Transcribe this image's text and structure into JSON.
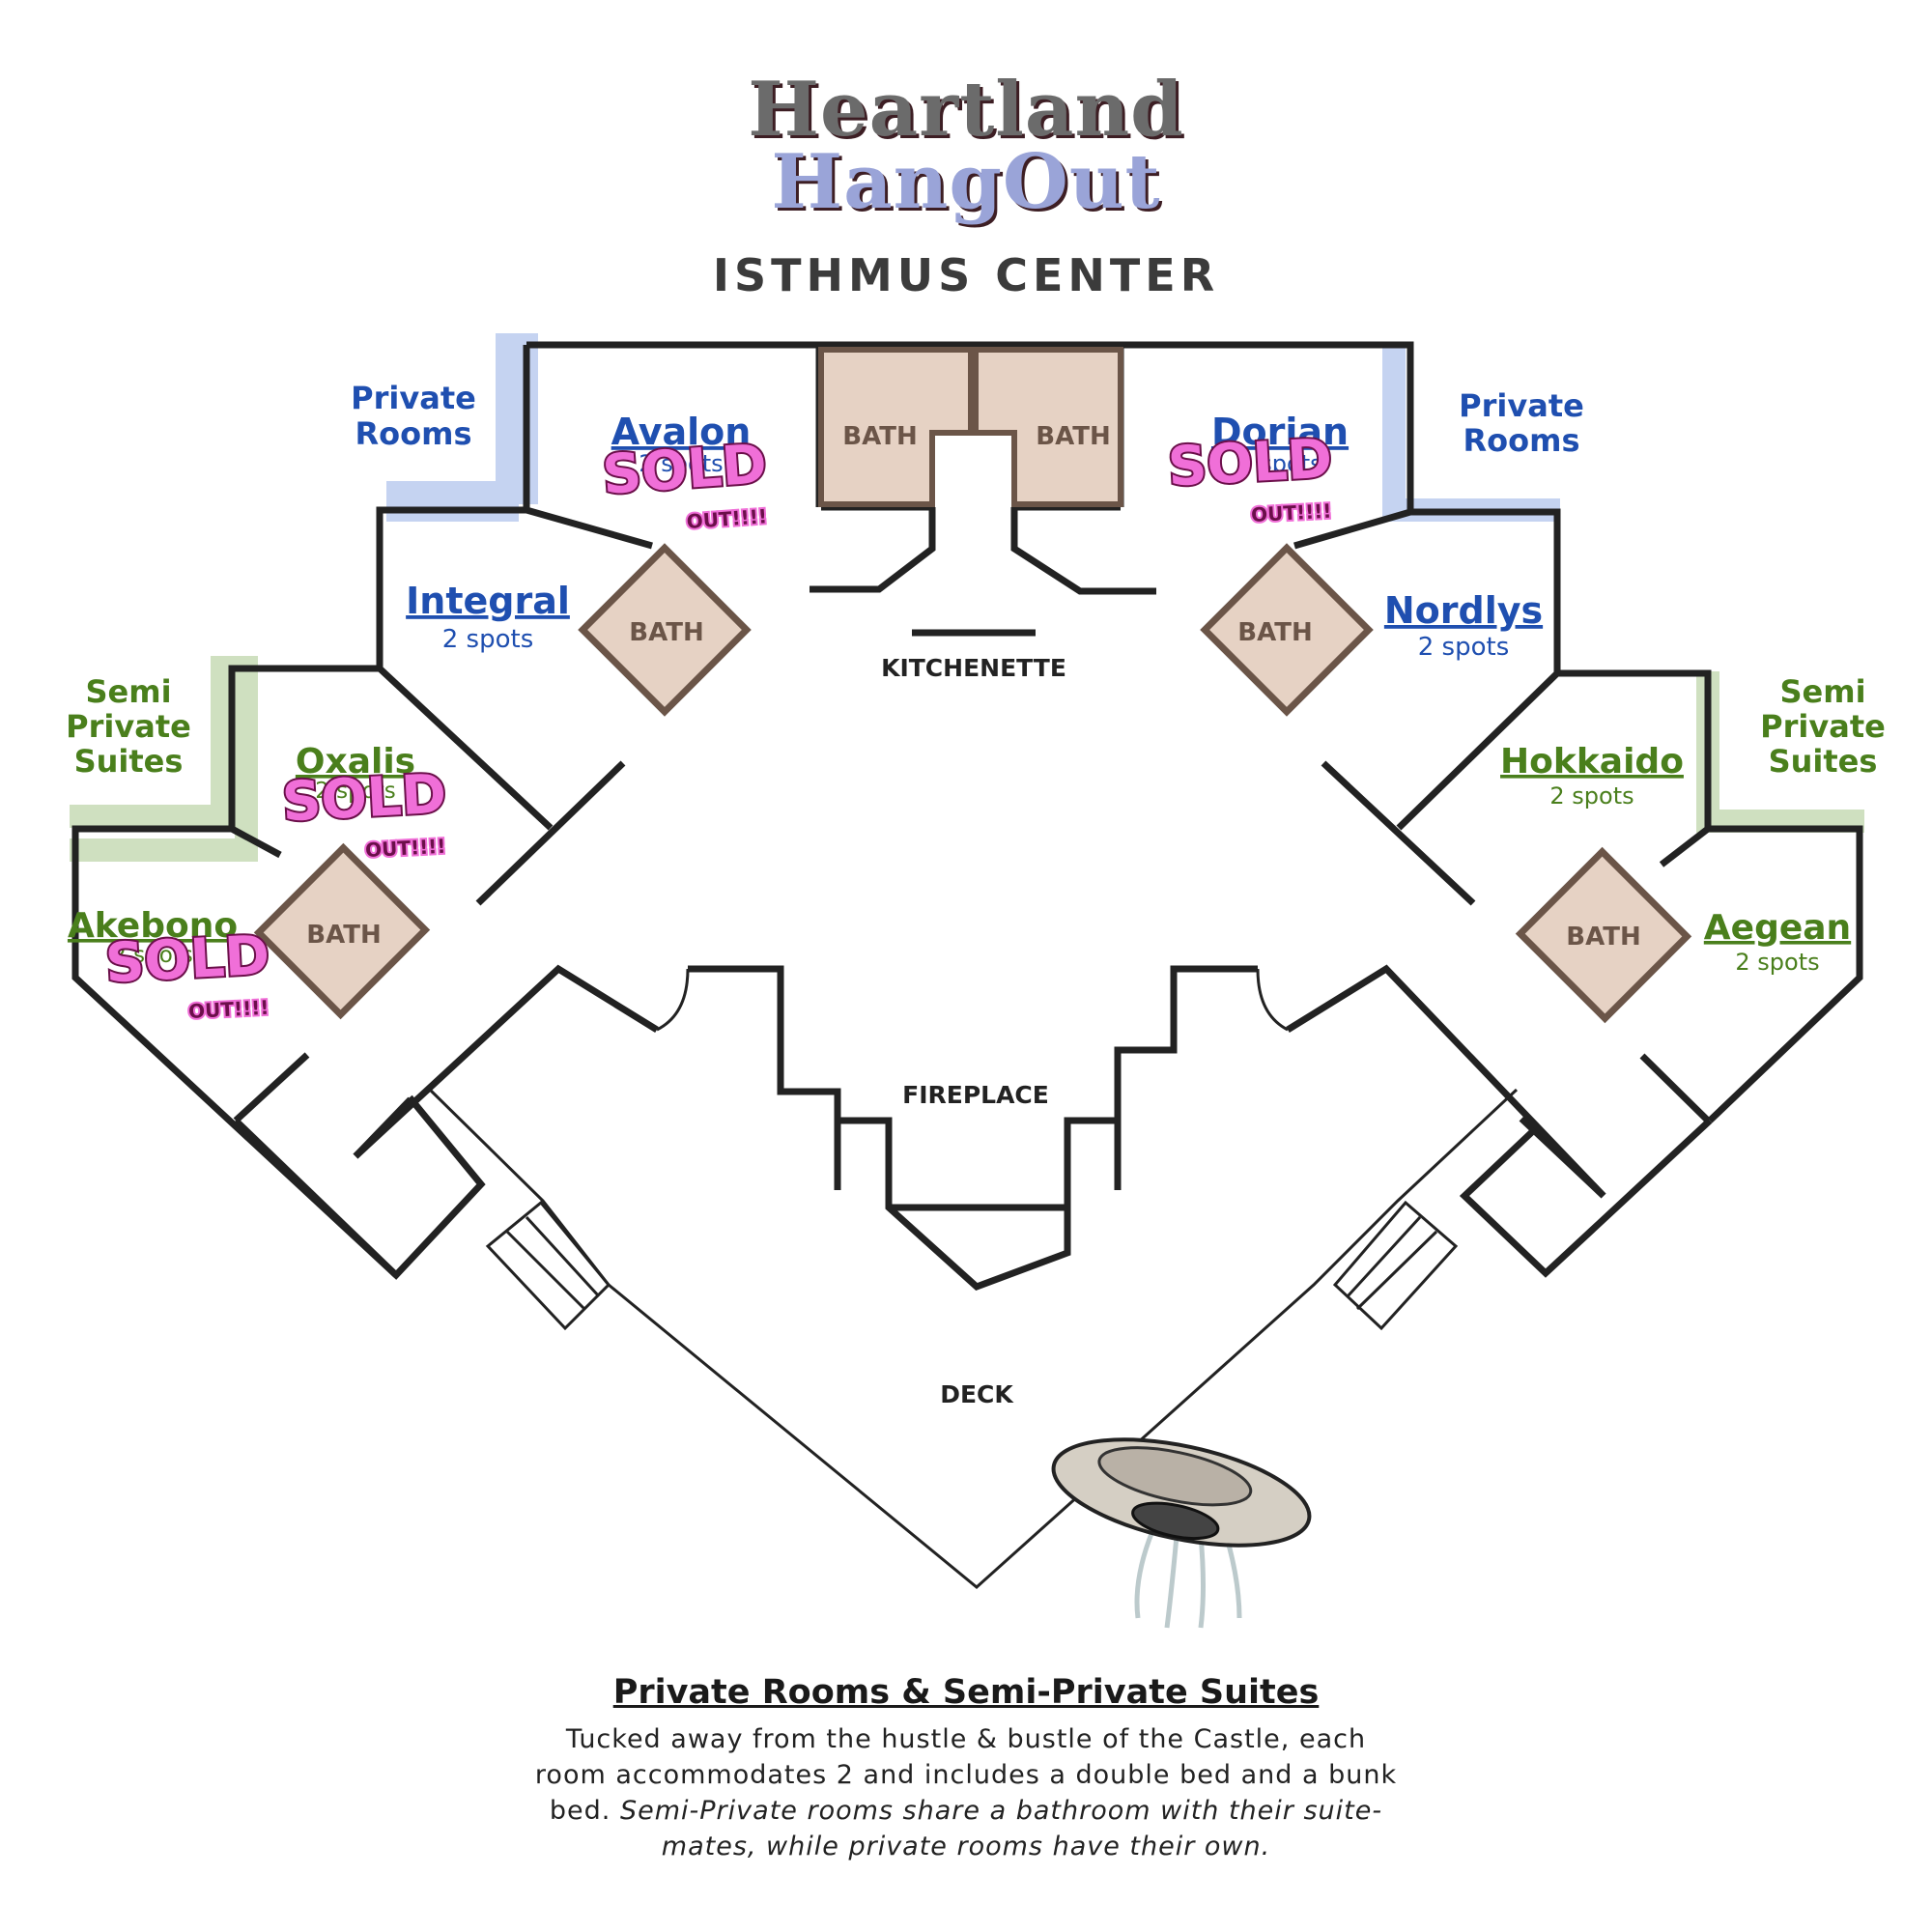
{
  "header": {
    "title_line1": "Heartland",
    "title_line2": "HangOut",
    "subtitle": "ISTHMUS CENTER"
  },
  "zones": {
    "private_left": [
      "Private",
      "Rooms"
    ],
    "private_right": [
      "Private",
      "Rooms"
    ],
    "semi_left": [
      "Semi",
      "Private",
      "Suites"
    ],
    "semi_right": [
      "Semi",
      "Private",
      "Suites"
    ]
  },
  "rooms": {
    "avalon": {
      "name": "Avalon",
      "spots": "2 spots",
      "sold_out": true
    },
    "dorian": {
      "name": "Dorian",
      "spots": "2 spots",
      "sold_out": true
    },
    "integral": {
      "name": "Integral",
      "spots": "2 spots",
      "sold_out": false
    },
    "nordlys": {
      "name": "Nordlys",
      "spots": "2 spots",
      "sold_out": false
    },
    "oxalis": {
      "name": "Oxalis",
      "spots": "2 spots",
      "sold_out": true
    },
    "hokkaido": {
      "name": "Hokkaido",
      "spots": "2 spots",
      "sold_out": false
    },
    "akebono": {
      "name": "Akebono",
      "spots": "2 spots",
      "sold_out": true
    },
    "aegean": {
      "name": "Aegean",
      "spots": "2 spots",
      "sold_out": false
    }
  },
  "sold_stamp": {
    "big": "SOLD",
    "small": "OUT!!!!"
  },
  "areas": {
    "bath": "BATH",
    "kitchenette": "KITCHENETTE",
    "fireplace": "FIREPLACE",
    "deck": "DECK"
  },
  "caption": {
    "heading": "Private Rooms & Semi-Private Suites",
    "body_plain": "Tucked away from the hustle & bustle of the Castle, each room accommodates 2 and includes a double bed and a bunk bed.",
    "body_italic": "Semi-Private rooms share a bathroom with their suite-mates, while private rooms have their own."
  },
  "colors": {
    "private": "#1f4fb0",
    "private_highlight": "#c5d3f1",
    "semi": "#4a7f1c",
    "semi_highlight": "#cfe0c0",
    "bath_fill": "#e6d2c4",
    "bath_stroke": "#6b5548",
    "wall": "#222222",
    "sold": "#e94fd2"
  },
  "icons": [
    "ufo-icon"
  ]
}
